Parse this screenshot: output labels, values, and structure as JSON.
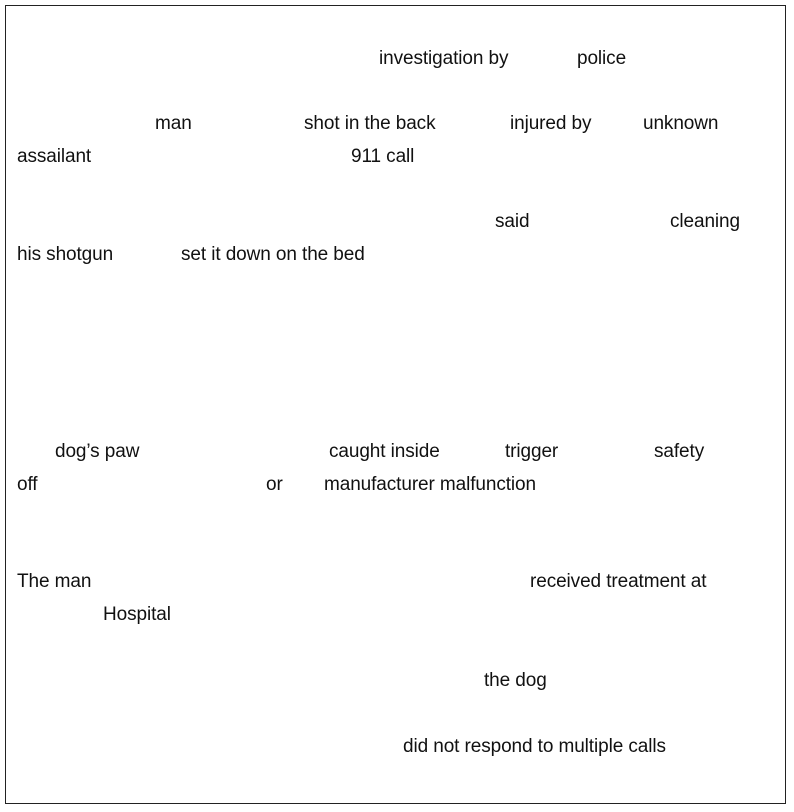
{
  "fragments": [
    "investigation by",
    "police",
    "man",
    "shot in the back",
    "injured by",
    "unknown",
    "assailant",
    "911 call",
    "said",
    "cleaning",
    "his shotgun",
    "set it down on the bed",
    "dog’s paw",
    "caught inside",
    "trigger",
    "safety",
    "off",
    "or",
    "manufacturer malfunction",
    "The man",
    "received treatment at",
    "Hospital",
    "the dog",
    "did not respond to multiple calls"
  ]
}
